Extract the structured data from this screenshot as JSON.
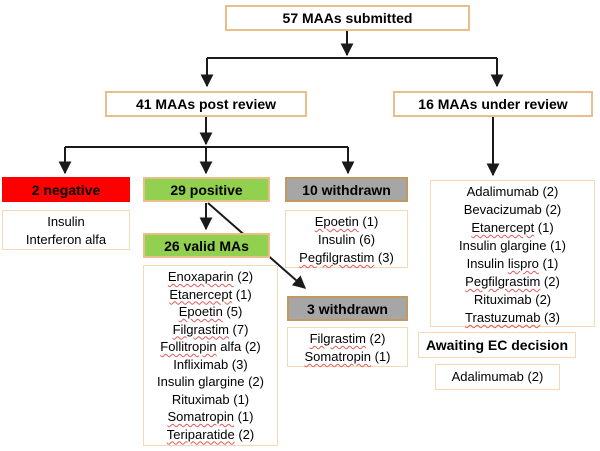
{
  "root": {
    "label": "57 MAAs submitted"
  },
  "post_review": {
    "label": "41 MAAs post review"
  },
  "under_review": {
    "label": "16 MAAs under review"
  },
  "negative": {
    "label": "2 negative",
    "items": [
      {
        "text": "Insulin",
        "underline": null
      },
      {
        "text": "Interferon alfa",
        "underline": null
      }
    ]
  },
  "positive": {
    "label": "29 positive"
  },
  "valid_mas": {
    "label": "26 valid MAs",
    "items": [
      {
        "text": "Enoxaparin (2)",
        "underline": "Enoxaparin"
      },
      {
        "text": "Etanercept (1)",
        "underline": "Etanercept"
      },
      {
        "text": "Epoetin (5)",
        "underline": "Epoetin"
      },
      {
        "text": "Filgrastim (7)",
        "underline": "Filgrastim"
      },
      {
        "text": "Follitropin alfa (2)",
        "underline": "Follitropin"
      },
      {
        "text": "Infliximab (3)",
        "underline": null
      },
      {
        "text": "Insulin glargine (2)",
        "underline": null
      },
      {
        "text": "Rituximab (1)",
        "underline": null
      },
      {
        "text": "Somatropin (1)",
        "underline": "Somatropin"
      },
      {
        "text": "Teriparatide (2)",
        "underline": "Teriparatide"
      }
    ]
  },
  "withdrawn_10": {
    "label": "10 withdrawn",
    "items": [
      {
        "text": "Epoetin (1)",
        "underline": "Epoetin"
      },
      {
        "text": "Insulin (6)",
        "underline": null
      },
      {
        "text": "Pegfilgrastim (3)",
        "underline": "Pegfilgrastim"
      }
    ]
  },
  "withdrawn_3": {
    "label": "3 withdrawn",
    "items": [
      {
        "text": "Filgrastim (2)",
        "underline": "Filgrastim"
      },
      {
        "text": "Somatropin (1)",
        "underline": "Somatropin"
      }
    ]
  },
  "under_review_list": {
    "items": [
      {
        "text": "Adalimumab (2)",
        "underline": null
      },
      {
        "text": "Bevacizumab (2)",
        "underline": null
      },
      {
        "text": "Etanercept (1)",
        "underline": "Etanercept"
      },
      {
        "text": "Insulin glargine (1)",
        "underline": null
      },
      {
        "text": "Insulin lispro (1)",
        "underline": "lispro"
      },
      {
        "text": "Pegfilgrastim (2)",
        "underline": "Pegfilgrastim"
      },
      {
        "text": "Rituximab (2)",
        "underline": null
      },
      {
        "text": "Trastuzumab (3)",
        "underline": "Trastuzumab"
      }
    ]
  },
  "awaiting": {
    "label": "Awaiting EC decision",
    "items": [
      {
        "text": "Adalimumab (2)",
        "underline": null
      }
    ]
  },
  "colors": {
    "negative_red": "#ff0000",
    "positive_green": "#92d050",
    "withdrawn_gray": "#a6a6a6",
    "box_border_tan": "#e8bf8b",
    "list_border_tan": "#f3d9b5",
    "gray_border_tan": "#c19a62",
    "spellcheck_red": "#e05b5b",
    "arrow_black": "#1a1a1a"
  }
}
